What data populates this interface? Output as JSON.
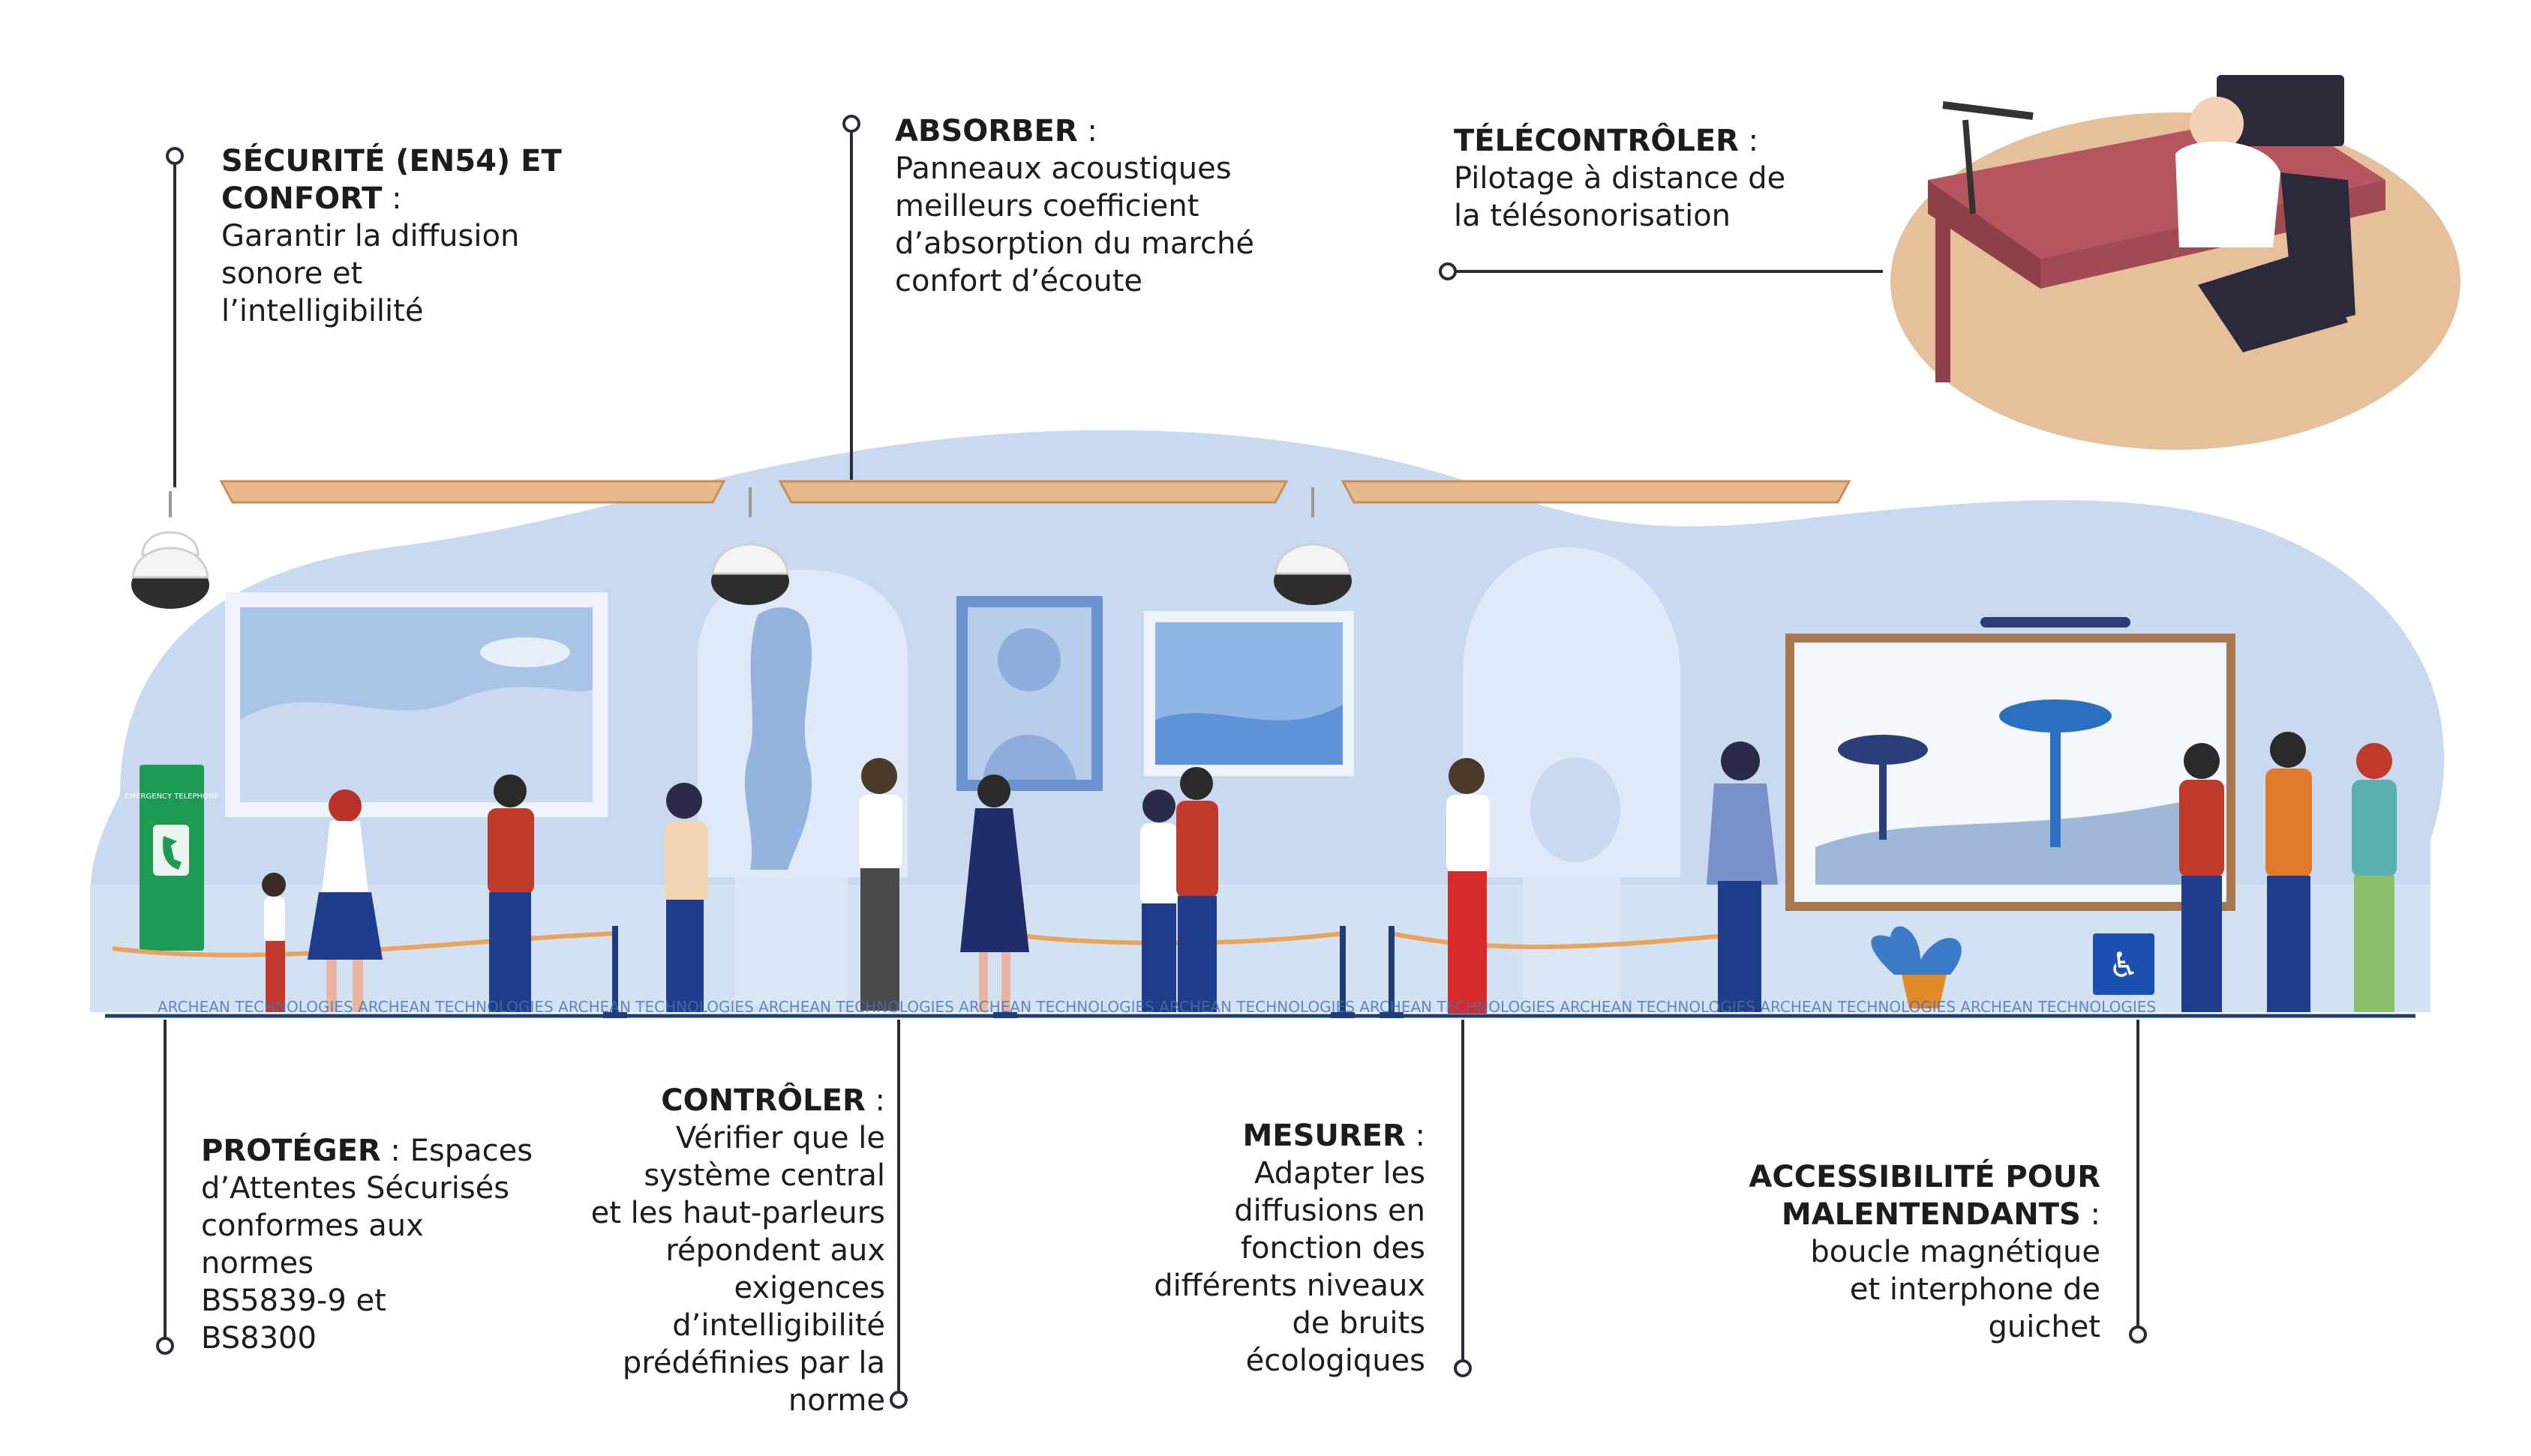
{
  "callouts": {
    "securite": {
      "title": "SÉCURITÉ (EN54) ET CONFORT",
      "title_line1": "SÉCURITÉ (EN54) ET",
      "title_line2": "CONFORT",
      "sep": " :",
      "lines": [
        "Garantir la diffusion",
        "sonore et",
        "l’intelligibilité"
      ]
    },
    "absorber": {
      "title": "ABSORBER",
      "sep": " :",
      "lines": [
        "Panneaux acoustiques",
        "meilleurs coefficient",
        "d’absorption du  marché",
        "confort d’écoute"
      ]
    },
    "telecontroler": {
      "title": "TÉLÉCONTRÔLER",
      "sep": " :",
      "lines": [
        "Pilotage à distance de",
        "la télésonorisation"
      ]
    },
    "proteger": {
      "title": "PROTÉGER",
      "sep": " : Espaces",
      "lines": [
        "d’Attentes Sécurisés",
        "conformes aux",
        "normes",
        "BS5839-9 et",
        "BS8300"
      ]
    },
    "controler": {
      "title": "CONTRÔLER",
      "sep": " :",
      "lines": [
        "Vérifier que le",
        "système central",
        "et les haut-parleurs",
        "répondent aux",
        "exigences",
        "d’intelligibilité",
        "prédéfinies par la",
        "norme"
      ]
    },
    "mesurer": {
      "title": "MESURER",
      "sep": " :",
      "lines": [
        "Adapter les",
        "diffusions en",
        "fonction des",
        "différents niveaux",
        "de bruits",
        "écologiques"
      ]
    },
    "accessibilite": {
      "title": "ACCESSIBILITÉ POUR MALENTENDANTS",
      "title_line1": "ACCESSIBILITÉ POUR",
      "title_line2": "MALENTENDANTS",
      "sep": " :",
      "lines": [
        "boucle magnétique",
        "et interphone de",
        "guichet"
      ]
    }
  },
  "watermark": "ARCHEAN TECHNOLOGIES ARCHEAN TECHNOLOGIES ARCHEAN TECHNOLOGIES ARCHEAN TECHNOLOGIES ARCHEAN TECHNOLOGIES ARCHEAN TECHNOLOGIES ARCHEAN TECHNOLOGIES ARCHEAN TECHNOLOGIES ARCHEAN TECHNOLOGIES ARCHEAN TECHNOLOGIES",
  "phone_label": "EMERGENCY TELEPHONE",
  "colors": {
    "sky": "#dbe7f6",
    "blob": "#c7d9ef",
    "panel": "#e8b98a",
    "rope": "#e9a35a",
    "line": "#2b2b3a",
    "phone": "#1f9a55",
    "desk": "#b5555f"
  }
}
